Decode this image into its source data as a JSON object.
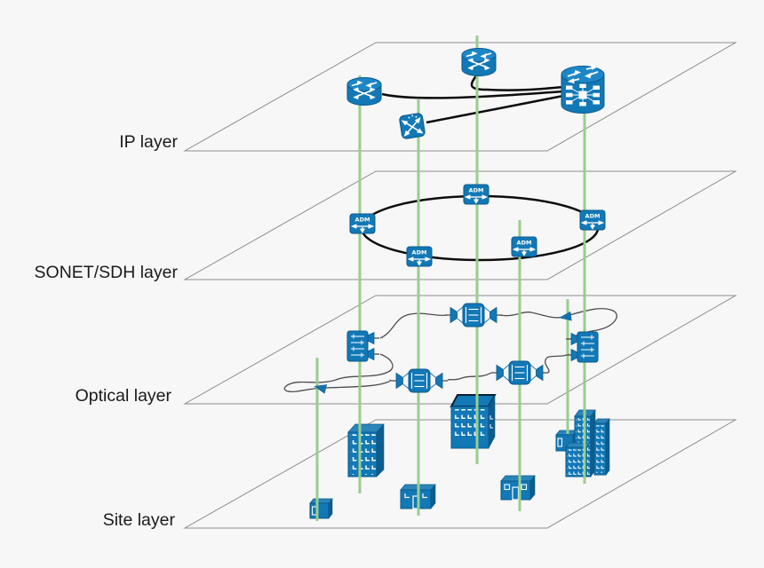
{
  "layers": [
    {
      "label": "IP layer"
    },
    {
      "label": "SONET/SDH layer"
    },
    {
      "label": "Optical layer"
    },
    {
      "label": "Site layer"
    }
  ],
  "devices": {
    "adm_label": "ADM",
    "ip_layer": [
      "router",
      "router",
      "atm-switch",
      "core-router"
    ],
    "sonet_layer": [
      "adm",
      "adm",
      "adm",
      "adm",
      "adm"
    ],
    "optical_layer": [
      "optical-mux",
      "optical-amplifier",
      "optical-amplifier",
      "optical-amplifier",
      "optical-mux",
      "flow-arrow",
      "flow-arrow"
    ],
    "site_layer": [
      "small-site-box",
      "office-building",
      "small-building",
      "large-building",
      "small-building",
      "campus-buildings"
    ]
  },
  "colors": {
    "background": "#f7f7f7",
    "device_blue": "#1278b6",
    "device_dark_blue": "#0b5a8e",
    "green_link": "#97cf8d",
    "plane_outline": "#8c8c8c",
    "black_link": "#0d0d0d",
    "fiber_gray": "#4d4d4d",
    "label_text": "#1a1a1a"
  }
}
